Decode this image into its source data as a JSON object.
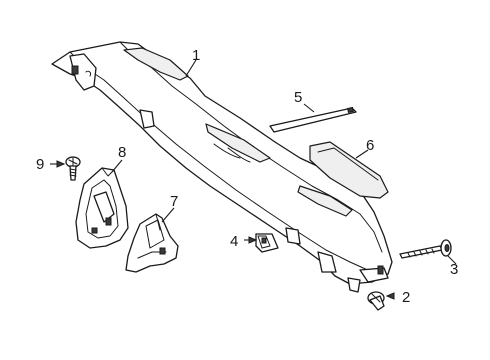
{
  "diagram": {
    "callouts": [
      {
        "id": "1",
        "label": "1"
      },
      {
        "id": "2",
        "label": "2"
      },
      {
        "id": "3",
        "label": "3"
      },
      {
        "id": "4",
        "label": "4"
      },
      {
        "id": "5",
        "label": "5"
      },
      {
        "id": "6",
        "label": "6"
      },
      {
        "id": "7",
        "label": "7"
      },
      {
        "id": "8",
        "label": "8"
      },
      {
        "id": "9",
        "label": "9"
      }
    ],
    "line_color": "#1a1a1a",
    "background": "#ffffff"
  }
}
